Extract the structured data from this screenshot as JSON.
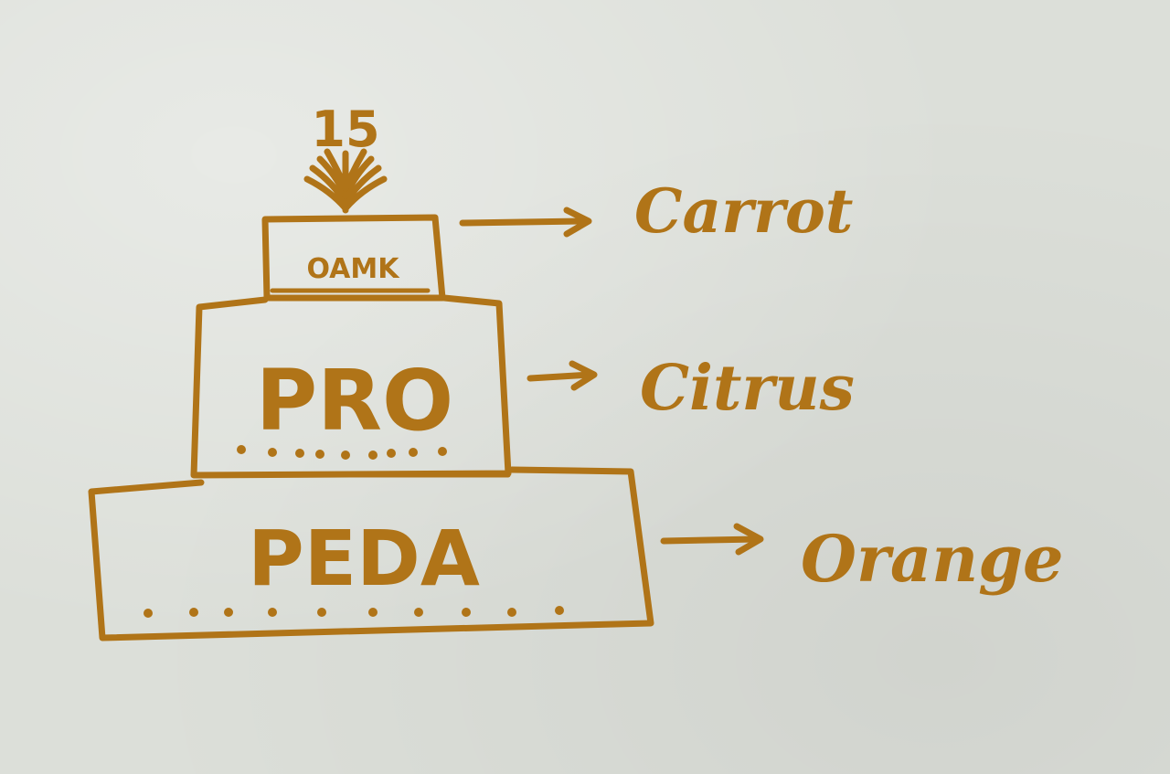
{
  "diagram": {
    "ink_color": "#b07418",
    "paper_color": "#dcdfd9",
    "top_number": "15",
    "tiers": [
      {
        "label": "OAMK",
        "arrow_target": "Carrot"
      },
      {
        "label": "PRO",
        "arrow_target": "Citrus"
      },
      {
        "label": "PEDA",
        "arrow_target": "Orange"
      }
    ]
  }
}
